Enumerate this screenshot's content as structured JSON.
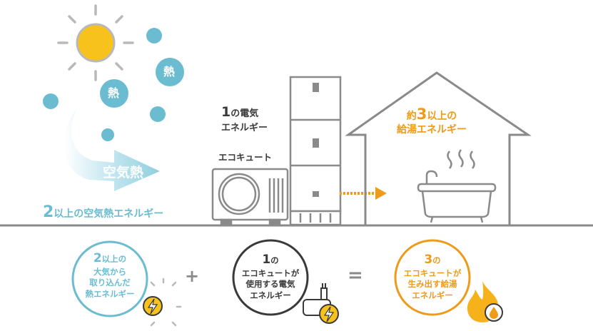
{
  "colors": {
    "teal": "#6bbcd0",
    "orange": "#ee9a1a",
    "gray": "#8a8a8a",
    "dark": "#3a3a3a",
    "sun": "#f7c21b"
  },
  "heat_bubbles": [
    "熱",
    "熱"
  ],
  "labels": {
    "air_heat": "空気熱",
    "input_air": {
      "num": "2",
      "text": "以上の空気熱エネルギー"
    },
    "electric": {
      "num": "1",
      "line1": "の電気",
      "line2": "エネルギー"
    },
    "eco_cute": "エコキュート",
    "output": {
      "pre": "約",
      "num": "3",
      "post": "以上の",
      "line2": "給湯エネルギー"
    }
  },
  "equation": {
    "term1": {
      "num": "2",
      "line1": "以上の",
      "line2": "大気から",
      "line3": "取り込んだ",
      "line4": "熱エネルギー",
      "icon": "lightning-bolt-icon"
    },
    "plus": "+",
    "term2": {
      "num": "1",
      "line1": "の",
      "line2": "エコキュートが",
      "line3": "使用する電気",
      "line4": "エネルギー",
      "icon": "plug-icon"
    },
    "equals": "=",
    "term3": {
      "num": "3",
      "line1": "の",
      "line2": "エコキュートが",
      "line3": "生み出す給湯",
      "line4": "エネルギー",
      "icon": "flame-icon"
    }
  }
}
